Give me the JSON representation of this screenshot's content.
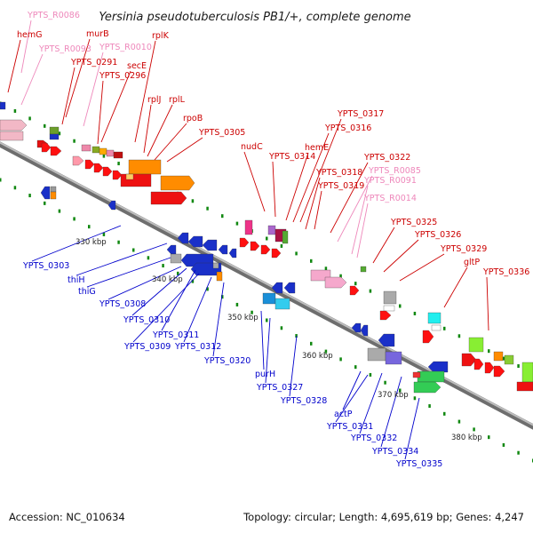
{
  "title": "Yersinia pseudotuberculosis PB1/+, complete genome",
  "footer": {
    "accession": "Accession: NC_010634",
    "summary": "Topology: circular; Length: 4,695,619 bp; Genes: 4,247"
  },
  "colors": {
    "forward_label": "#cc0000",
    "rna_label": "#ee88bb",
    "reverse_label": "#0000cc",
    "backbone": "#888888",
    "tick": "#118811"
  },
  "scale_labels": [
    "330 kbp",
    "340 kbp",
    "350 kbp",
    "360 kbp",
    "370 kbp",
    "380 kbp"
  ],
  "top_labels": [
    "YPTS_R0086",
    "hemG",
    "YPTS_R0093",
    "murB",
    "YPTS_R0010",
    "YPTS_0291",
    "rplK",
    "secE",
    "YPTS_0296",
    "rplJ",
    "rplL",
    "rpoB",
    "YPTS_0305",
    "nudC",
    "YPTS_0317",
    "YPTS_0316",
    "hemE",
    "YPTS_0314",
    "YPTS_0322",
    "YPTS_0318",
    "YPTS_R0085",
    "YPTS_0319",
    "YPTS_R0091",
    "YPTS_R0014",
    "YPTS_0325",
    "YPTS_0326",
    "YPTS_0329",
    "gltP",
    "YPTS_0336"
  ],
  "bottom_labels": [
    "YPTS_0303",
    "thiH",
    "thiG",
    "YPTS_0308",
    "YPTS_0310",
    "YPTS_0311",
    "YPTS_0309",
    "YPTS_0312",
    "YPTS_0320",
    "purH",
    "YPTS_0327",
    "YPTS_0328",
    "actP",
    "YPTS_0331",
    "YPTS_0332",
    "YPTS_0334",
    "YPTS_0335"
  ]
}
